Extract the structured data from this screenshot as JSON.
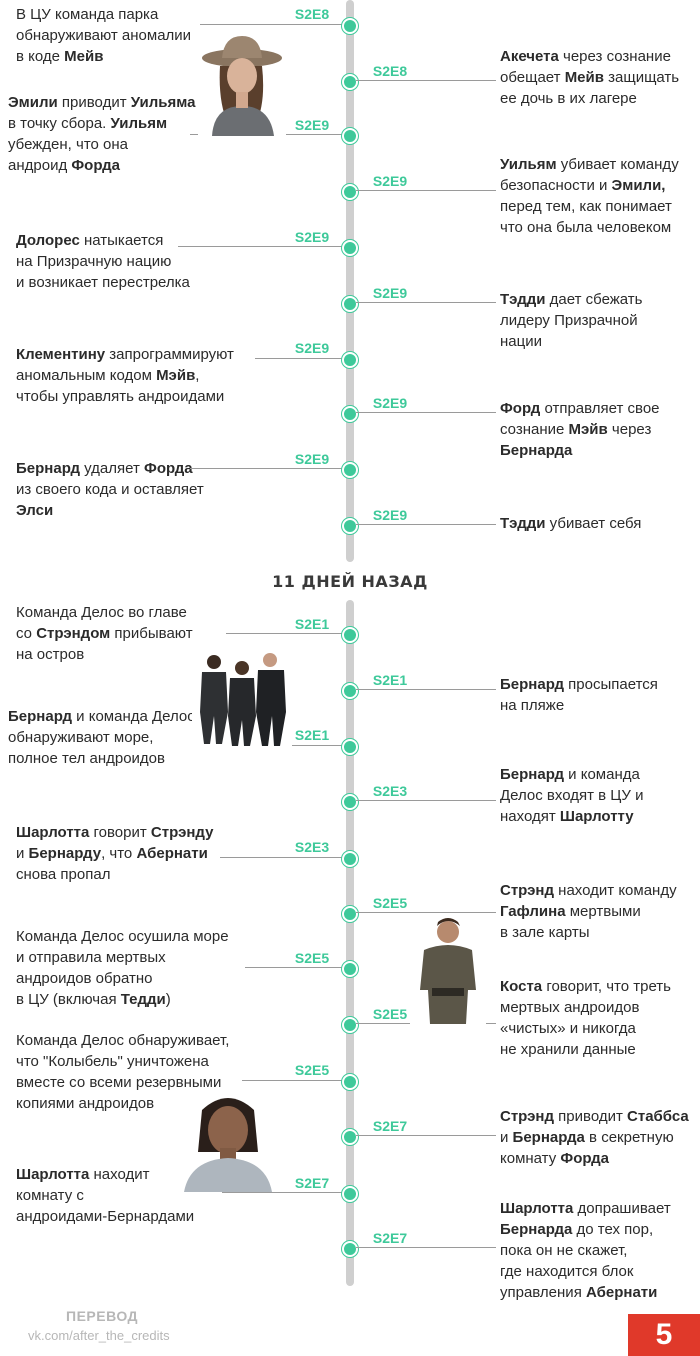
{
  "section_top": {
    "events_left": [
      {
        "tag": "S2E8",
        "parts": [
          [
            "В ЦУ команда парка\nобнаруживают аномалии\nв коде ",
            false
          ],
          [
            "Мейв",
            true
          ]
        ]
      },
      {
        "tag": "S2E9",
        "parts": [
          [
            "Эмили",
            true
          ],
          [
            " приводит ",
            false
          ],
          [
            "Уильяма",
            true
          ],
          [
            "\nв точку сбора. ",
            false
          ],
          [
            "Уильям",
            true
          ],
          [
            "\nубежден, что она\nандроид ",
            false
          ],
          [
            "Форда",
            true
          ]
        ]
      },
      {
        "tag": "S2E9",
        "parts": [
          [
            "Долорес",
            true
          ],
          [
            " натыкается\nна Призрачную нацию\nи возникает перестрелка",
            false
          ]
        ]
      },
      {
        "tag": "S2E9",
        "parts": [
          [
            "Клементину",
            true
          ],
          [
            " запрограммируют\nаномальным кодом ",
            false
          ],
          [
            "Мэйв",
            true
          ],
          [
            ",\nчтобы управлять андроидами",
            false
          ]
        ]
      },
      {
        "tag": "S2E9",
        "parts": [
          [
            "Бернард",
            true
          ],
          [
            " удаляет ",
            false
          ],
          [
            "Форда",
            true
          ],
          [
            "\nиз своего кода и оставляет\n",
            false
          ],
          [
            "Элси",
            true
          ]
        ]
      }
    ],
    "events_right": [
      {
        "tag": "S2E8",
        "parts": [
          [
            "Акечета",
            true
          ],
          [
            " через сознание\nобещает ",
            false
          ],
          [
            "Мейв",
            true
          ],
          [
            " защищать\nее дочь в их лагере",
            false
          ]
        ]
      },
      {
        "tag": "S2E9",
        "parts": [
          [
            "Уильям",
            true
          ],
          [
            " убивает команду\nбезопасности и ",
            false
          ],
          [
            "Эмили,",
            true
          ],
          [
            "\nперед тем, как понимает\nчто она была человеком",
            false
          ]
        ]
      },
      {
        "tag": "S2E9",
        "parts": [
          [
            "Тэдди",
            true
          ],
          [
            " дает сбежать\nлидеру Призрачной\nнации",
            false
          ]
        ]
      },
      {
        "tag": "S2E9",
        "parts": [
          [
            "Форд",
            true
          ],
          [
            " отправляет свое\nсознание ",
            false
          ],
          [
            "Мэйв",
            true
          ],
          [
            " через\n",
            false
          ],
          [
            "Бернарда",
            true
          ]
        ]
      },
      {
        "tag": "S2E9",
        "parts": [
          [
            "Тэдди",
            true
          ],
          [
            " убивает себя",
            false
          ]
        ]
      }
    ]
  },
  "section_bottom": {
    "heading": "11 ДНЕЙ НАЗАД",
    "events_left": [
      {
        "tag": "S2E1",
        "parts": [
          [
            "Команда Делос во главе\nсо ",
            false
          ],
          [
            "Стрэндом",
            true
          ],
          [
            " прибывают\nна остров",
            false
          ]
        ]
      },
      {
        "tag": "S2E1",
        "parts": [
          [
            "Бернард",
            true
          ],
          [
            " и команда Делос\nобнаруживают море,\nполное тел андроидов",
            false
          ]
        ]
      },
      {
        "tag": "S2E3",
        "parts": [
          [
            "Шарлотта",
            true
          ],
          [
            " говорит ",
            false
          ],
          [
            "Стрэнду",
            true
          ],
          [
            "\nи ",
            false
          ],
          [
            "Бернарду",
            true
          ],
          [
            ", что ",
            false
          ],
          [
            "Абернати",
            true
          ],
          [
            "\nснова пропал",
            false
          ]
        ]
      },
      {
        "tag": "S2E5",
        "parts": [
          [
            "Команда Делос осушила море\nи отправила мертвых\nандроидов обратно\nв ЦУ (включая ",
            false
          ],
          [
            "Тедди",
            true
          ],
          [
            ")",
            false
          ]
        ]
      },
      {
        "tag": "S2E5",
        "parts": [
          [
            "Команда Делос обнаруживает,\nчто \"Колыбель\" уничтожена\nвместе со всеми резервными\nкопиями андроидов",
            false
          ]
        ]
      },
      {
        "tag": "S2E7",
        "parts": [
          [
            "Шарлотта",
            true
          ],
          [
            " находит\nкомнату с\nандроидами-Бернардами",
            false
          ]
        ]
      }
    ],
    "events_right": [
      {
        "tag": "S2E1",
        "parts": [
          [
            "Бернард",
            true
          ],
          [
            " просыпается\nна пляже",
            false
          ]
        ]
      },
      {
        "tag": "S2E3",
        "parts": [
          [
            "Бернард",
            true
          ],
          [
            " и команда\nДелос входят в ЦУ и\nнаходят ",
            false
          ],
          [
            "Шарлотту",
            true
          ]
        ]
      },
      {
        "tag": "S2E5",
        "parts": [
          [
            "Стрэнд",
            true
          ],
          [
            " находит команду\n",
            false
          ],
          [
            "Гафлина",
            true
          ],
          [
            " мертвыми\nв зале карты",
            false
          ]
        ]
      },
      {
        "tag": "S2E5",
        "parts": [
          [
            "Коста",
            true
          ],
          [
            " говорит, что треть\nмертвых андроидов\n«чистых» и никогда\nне хранили данные",
            false
          ]
        ]
      },
      {
        "tag": "S2E7",
        "parts": [
          [
            "Стрэнд",
            true
          ],
          [
            " приводит ",
            false
          ],
          [
            "Стаббса",
            true
          ],
          [
            "\nи ",
            false
          ],
          [
            "Бернарда",
            true
          ],
          [
            " в секретную\nкомнату ",
            false
          ],
          [
            "Форда",
            true
          ]
        ]
      },
      {
        "tag": "S2E7",
        "parts": [
          [
            "Шарлотта",
            true
          ],
          [
            " допрашивает\n",
            false
          ],
          [
            "Бернарда",
            true
          ],
          [
            " до тех пор,\nпока он не скажет,\nгде находится блок\nуправления ",
            false
          ],
          [
            "Абернати",
            true
          ]
        ]
      }
    ]
  },
  "footer": {
    "label": "ПЕРЕВОД",
    "link": "vk.com/after_the_credits",
    "page_number": "5"
  },
  "colors": {
    "accent": "#3ec99a",
    "badge": "#e0392a",
    "axis": "#cfcfcf"
  },
  "icons": {
    "photo1": "woman-cowboy-hat-photo",
    "photo2": "delos-team-photo",
    "photo3": "man-field-photo",
    "photo4": "woman-portrait-photo"
  }
}
